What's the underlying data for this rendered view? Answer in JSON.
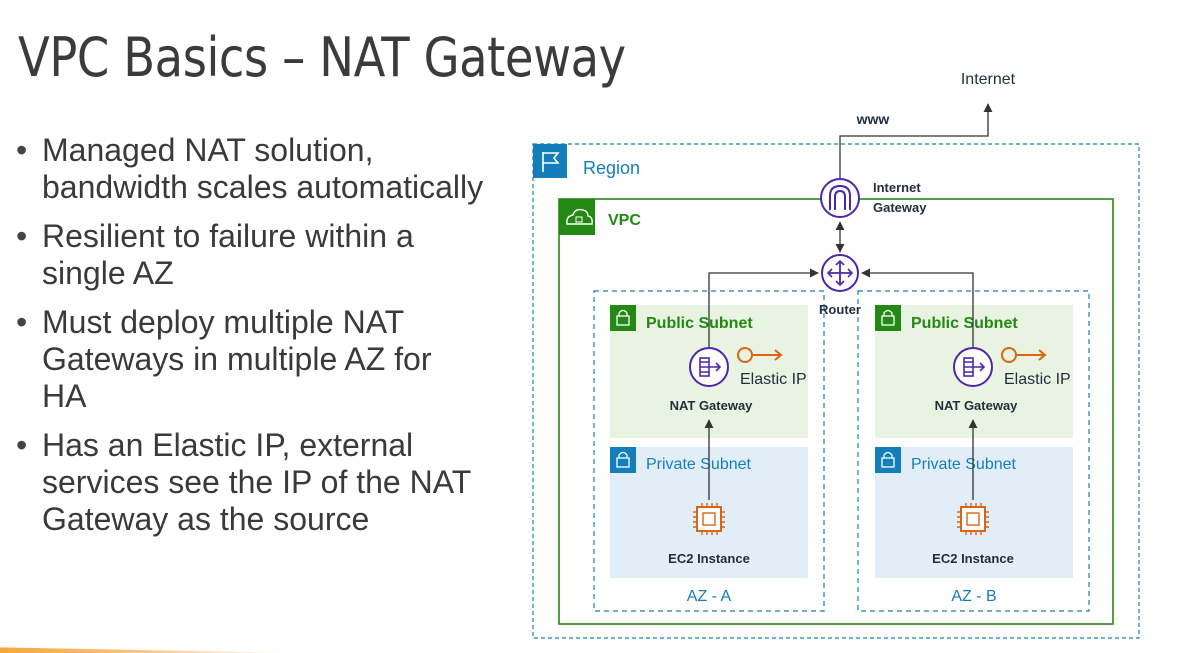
{
  "title": "VPC Basics – NAT Gateway",
  "bullets": [
    "Managed NAT solution, bandwidth scales automatically",
    "Resilient to failure within a single AZ",
    "Must deploy multiple NAT Gateways in multiple AZ for HA",
    "Has an Elastic IP, external services see the IP of the NAT Gateway as the source"
  ],
  "diagram": {
    "internet_label": "Internet",
    "www_label": "www",
    "region_label": "Region",
    "vpc_label": "VPC",
    "igw_label_line1": "Internet",
    "igw_label_line2": "Gateway",
    "router_label": "Router",
    "az": [
      {
        "az_label": "AZ - A",
        "public_subnet_label": "Public Subnet",
        "private_subnet_label": "Private Subnet",
        "nat_label": "NAT Gateway",
        "eip_label": "Elastic IP",
        "ec2_label": "EC2 Instance"
      },
      {
        "az_label": "AZ - B",
        "public_subnet_label": "Public Subnet",
        "private_subnet_label": "Private Subnet",
        "nat_label": "NAT Gateway",
        "eip_label": "Elastic IP",
        "ec2_label": "EC2 Instance"
      }
    ]
  },
  "colors": {
    "region": "#147eba",
    "vpc": "#248814",
    "public_fill": "#e8f3e1",
    "private_fill": "#e2eef7",
    "vpc_icon_purple": "#4d27aa",
    "ec2_orange": "#d86613",
    "eip_orange": "#d86613",
    "text_dark": "#232f3e"
  }
}
